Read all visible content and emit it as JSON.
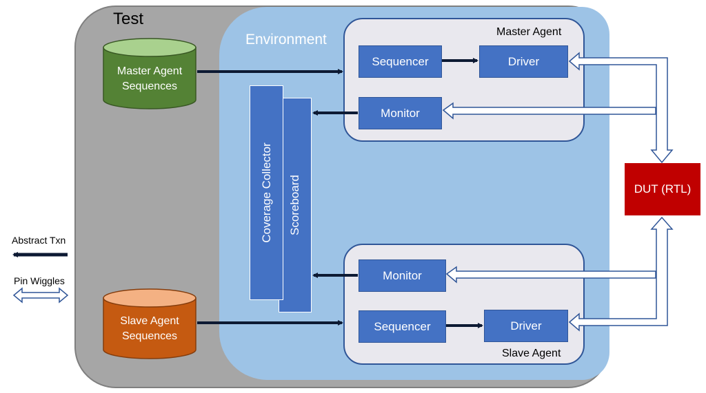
{
  "test": {
    "label": "Test"
  },
  "environment": {
    "label": "Environment"
  },
  "master_agent": {
    "label": "Master Agent",
    "sequencer": "Sequencer",
    "driver": "Driver",
    "monitor": "Monitor"
  },
  "slave_agent": {
    "label": "Slave Agent",
    "sequencer": "Sequencer",
    "driver": "Driver",
    "monitor": "Monitor"
  },
  "sequences": {
    "master": "Master Agent\nSequences",
    "slave": "Slave Agent\nSequences"
  },
  "coverage_collector": "Coverage Collector",
  "scoreboard": "Scoreboard",
  "dut": "DUT (RTL)",
  "legend": {
    "abstract_txn": "Abstract Txn",
    "pin_wiggles": "Pin Wiggles"
  },
  "colors": {
    "block_blue": "#4472c4",
    "environment": "#9dc3e6",
    "test_gray": "#a6a6a6",
    "master_seq_green": "#548235",
    "slave_seq_orange": "#c55a11",
    "dut_red": "#c00000"
  }
}
